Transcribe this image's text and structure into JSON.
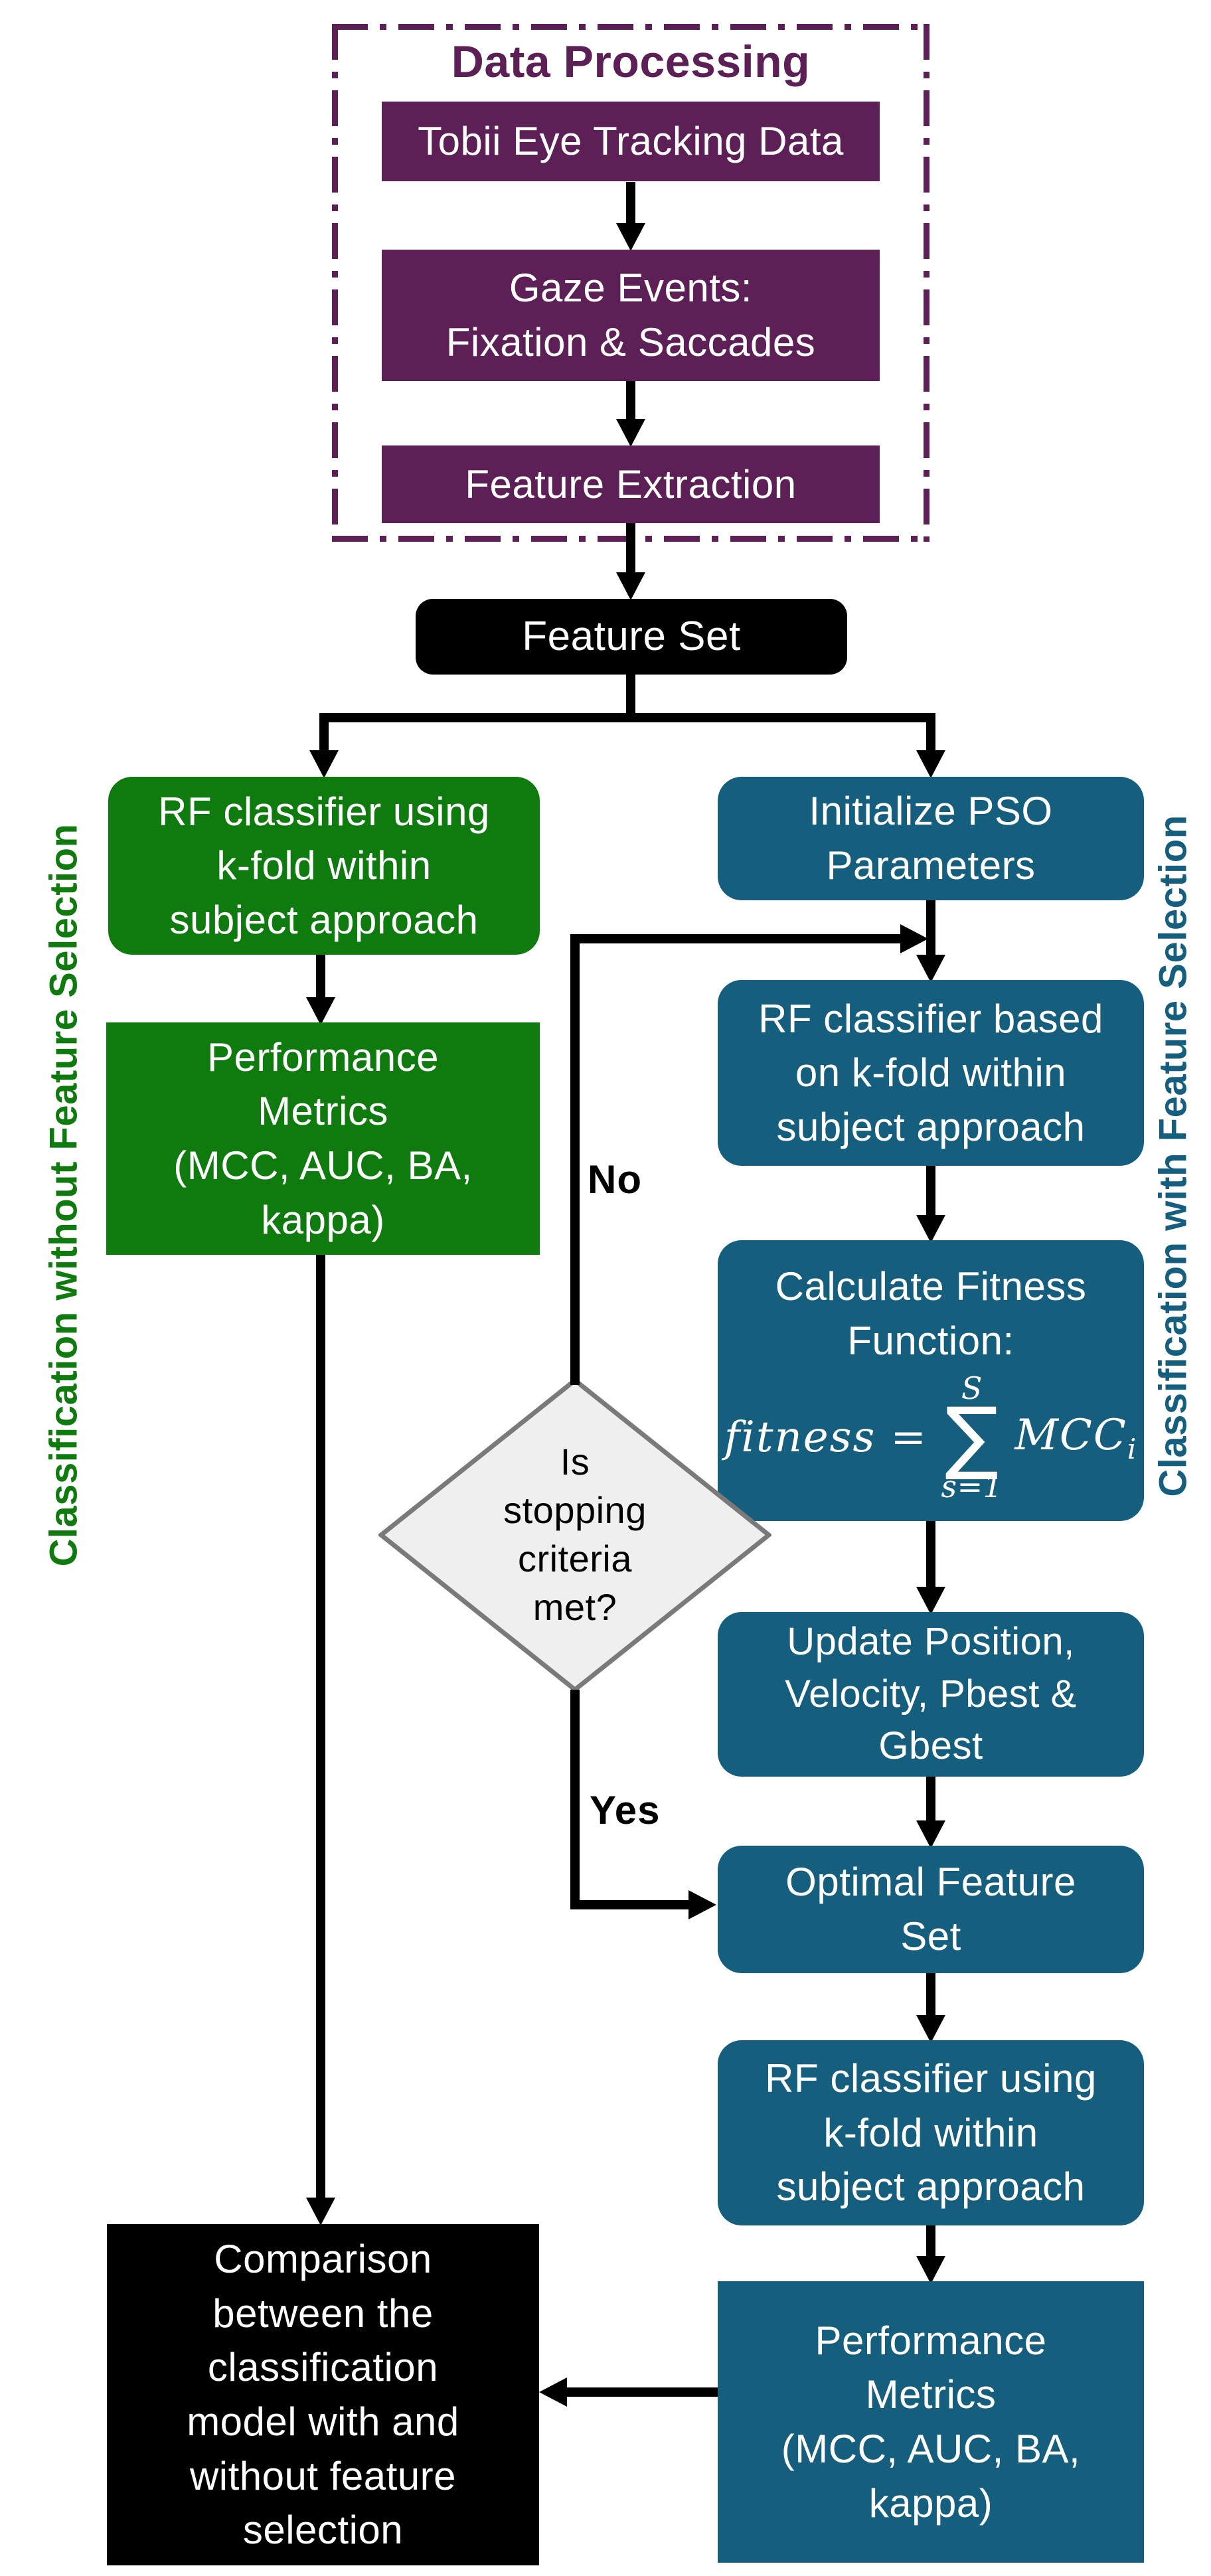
{
  "diagram": {
    "frame_title": "Data Processing",
    "colors": {
      "purple": "#5C1F56",
      "green": "#0F7B0F",
      "teal": "#155E7D",
      "black": "#000000",
      "diamond_fill": "#EFEFEF",
      "diamond_stroke": "#7A7A7A",
      "arrow": "#000000",
      "text_on_box": "#FFFFFF"
    },
    "side_labels": {
      "left": "Classification without Feature Selection",
      "right": "Classification with Feature Selection"
    },
    "nodes": {
      "tobii": {
        "text": "Tobii Eye Tracking Data"
      },
      "gaze": {
        "text": "Gaze Events:\nFixation & Saccades"
      },
      "feature_extraction": {
        "text": "Feature Extraction"
      },
      "feature_set": {
        "text": "Feature Set"
      },
      "rf_without": {
        "text": "RF classifier using\nk-fold within\nsubject approach"
      },
      "metrics_without": {
        "text": "Performance\nMetrics\n(MCC, AUC, BA,\nkappa)"
      },
      "init_pso": {
        "text": "Initialize PSO\nParameters"
      },
      "rf_pso": {
        "text": "RF classifier based\non k-fold within\nsubject approach"
      },
      "fitness": {
        "heading": "Calculate Fitness\nFunction:",
        "formula": {
          "lhs": "fitness",
          "eq": "=",
          "sum_top": "S",
          "sigma": "∑",
          "sum_bottom": "s=1",
          "rhs": "MCC",
          "rhs_sub": "i"
        }
      },
      "update": {
        "text": "Update Position,\nVelocity, Pbest &\nGbest"
      },
      "optimal": {
        "text": "Optimal Feature\nSet"
      },
      "rf_optimal": {
        "text": "RF classifier using\nk-fold within\nsubject approach"
      },
      "metrics_with": {
        "text": "Performance\nMetrics\n(MCC, AUC, BA,\nkappa)"
      },
      "decision": {
        "text": "Is\nstopping\ncriteria\nmet?"
      },
      "comparison": {
        "text": "Comparison\nbetween the\nclassification\nmodel with and\nwithout feature\nselection"
      }
    },
    "edge_labels": {
      "no": "No",
      "yes": "Yes"
    }
  }
}
